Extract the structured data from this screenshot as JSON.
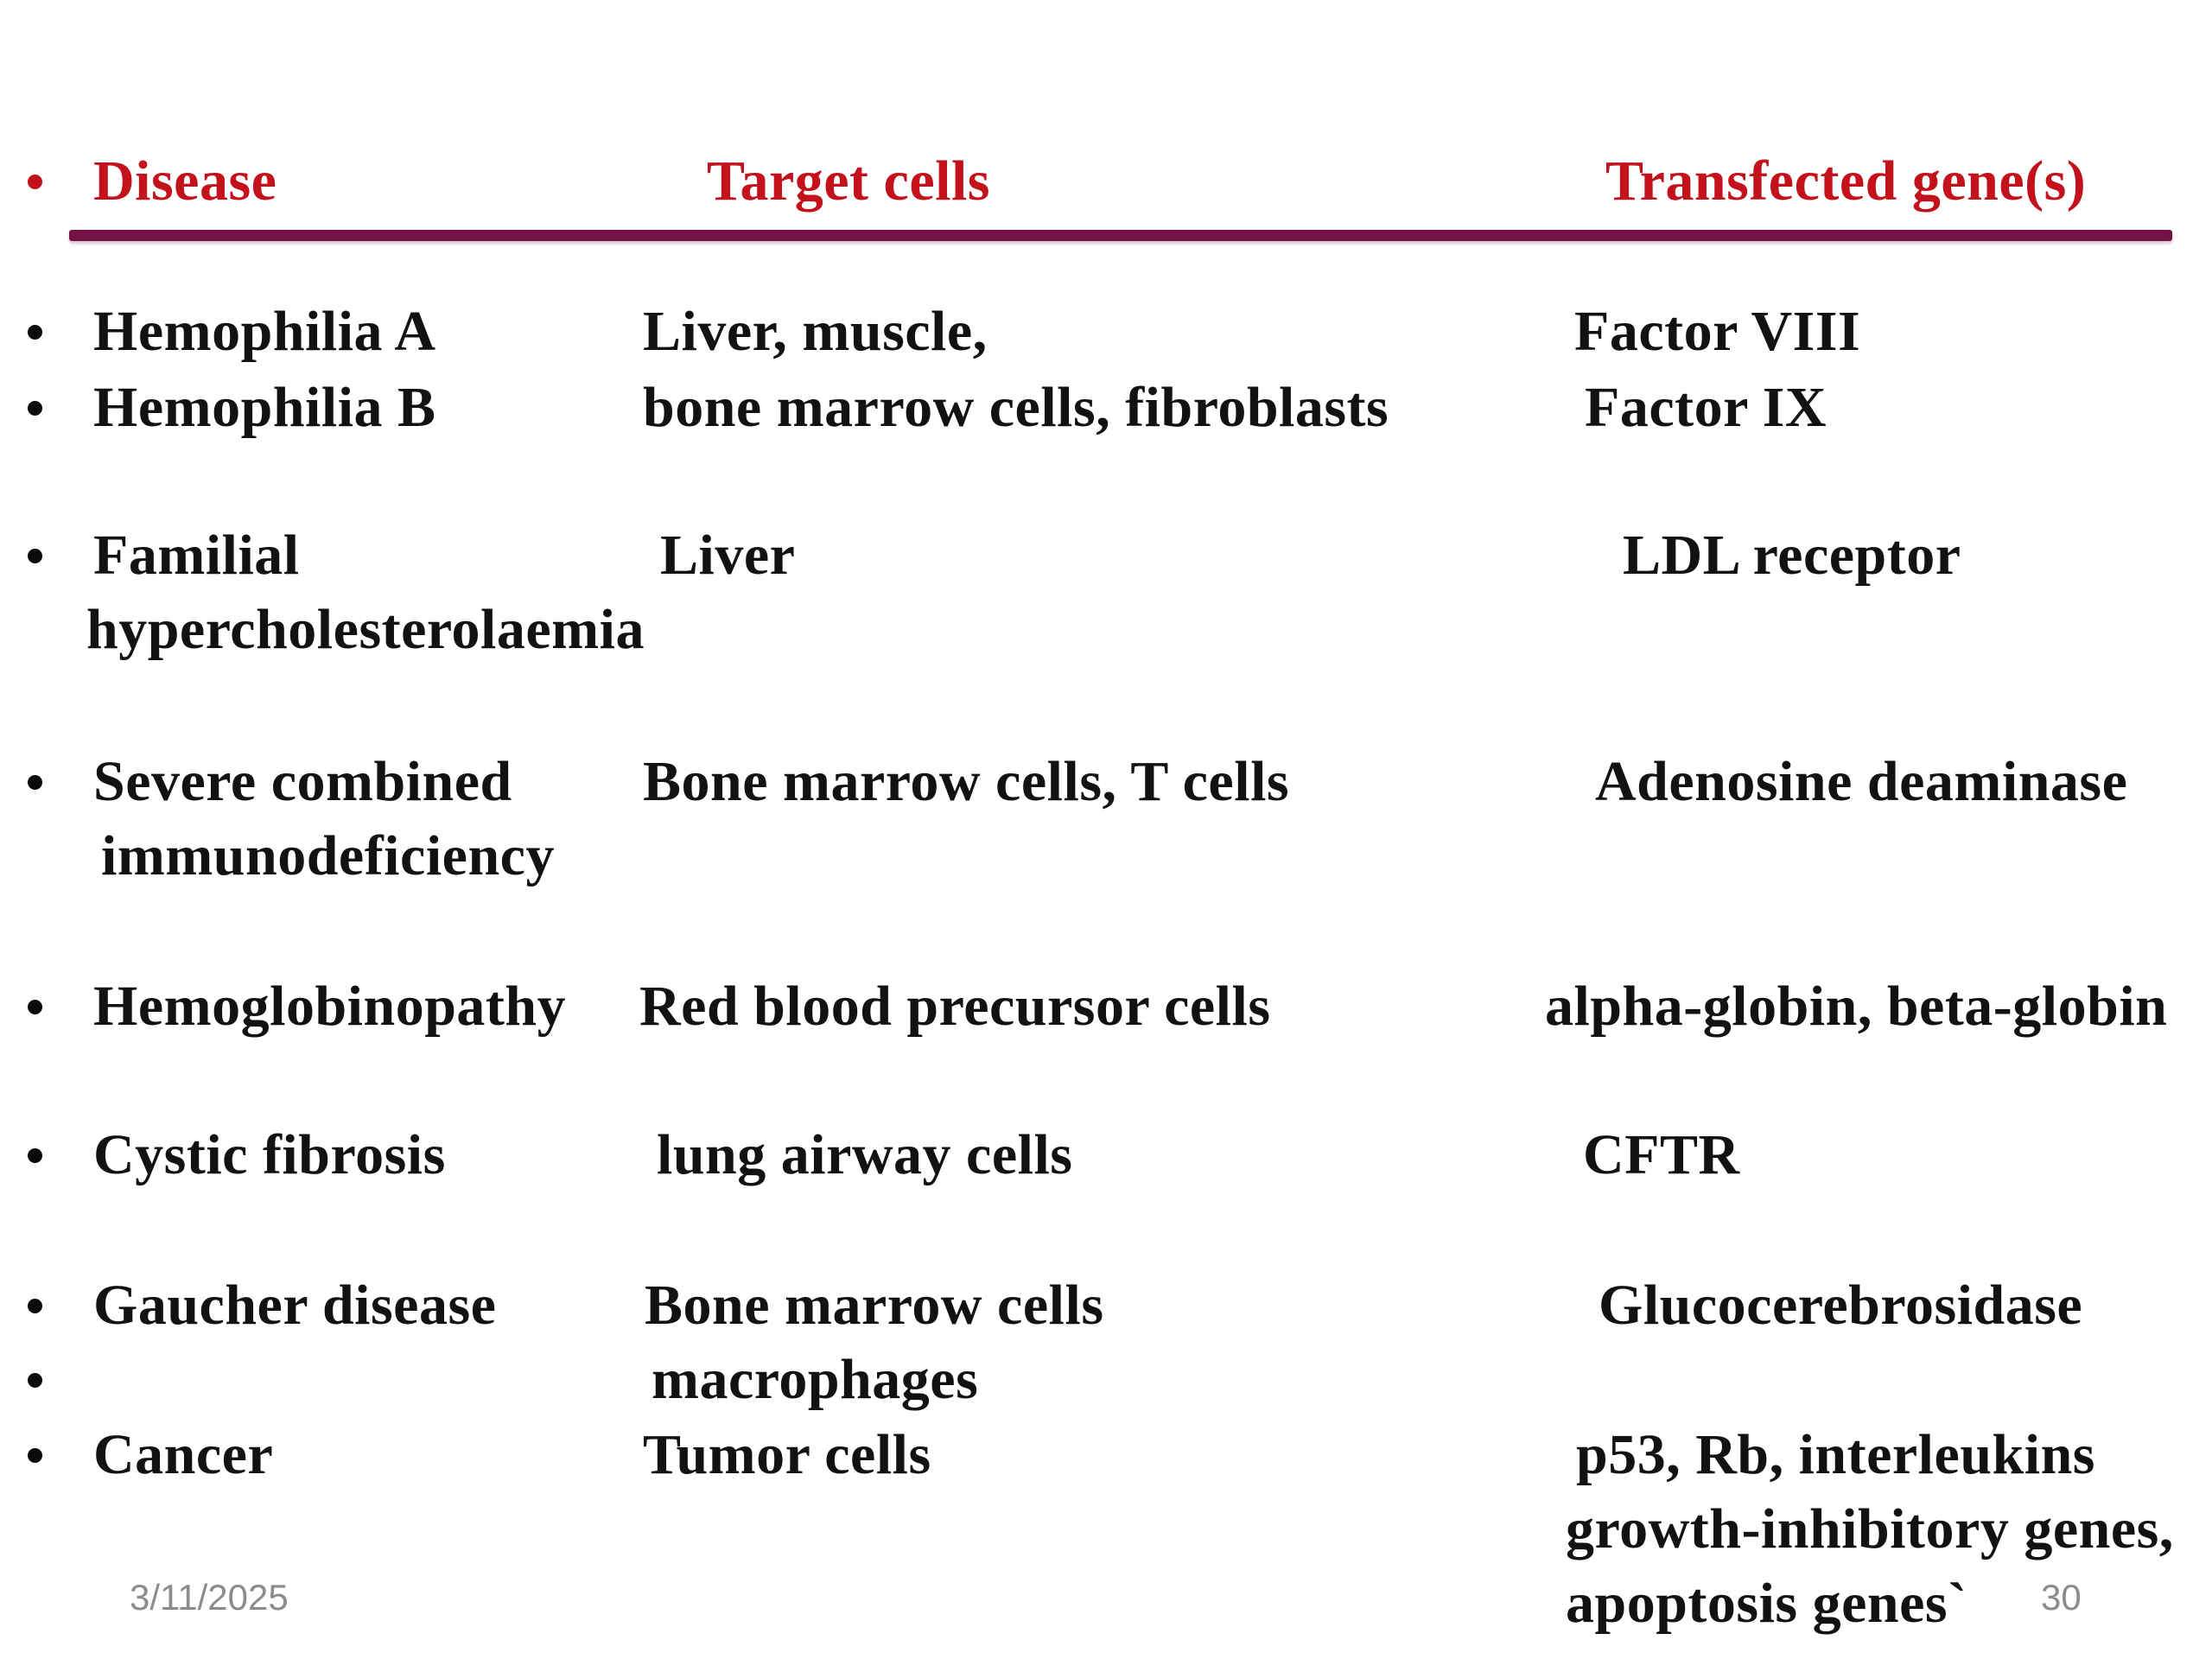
{
  "slide": {
    "colors": {
      "header_text": "#c3121c",
      "divider": "#731245",
      "body_text": "#121212",
      "footer_text": "#8c8c8c",
      "slide_bg": "#ffffff"
    },
    "table": {
      "header": {
        "disease": "Disease",
        "target_cells": "Target cells",
        "genes": "Transfected gene(s)"
      },
      "rows": [
        {
          "bullet": true,
          "disease": "Hemophilia A",
          "target": "Liver, muscle,",
          "genes": "Factor VIII"
        },
        {
          "bullet": true,
          "disease": "Hemophilia B",
          "target": "bone marrow cells, fibroblasts",
          "genes": "Factor IX"
        },
        {
          "bullet": true,
          "disease": "Familial",
          "target": "Liver",
          "genes": "LDL receptor"
        },
        {
          "bullet": false,
          "disease": "hypercholesterolaemia"
        },
        {
          "bullet": true,
          "disease": "Severe combined",
          "target": "Bone marrow cells, T cells",
          "genes": "Adenosine deaminase"
        },
        {
          "bullet": false,
          "disease": "immunodeficiency"
        },
        {
          "bullet": true,
          "disease": "Hemoglobinopathy",
          "target": "Red blood precursor cells",
          "genes": "alpha-globin, beta-globin"
        },
        {
          "bullet": true,
          "disease": "Cystic fibrosis",
          "target": "lung airway cells",
          "genes": "CFTR"
        },
        {
          "bullet": true,
          "disease": "Gaucher disease",
          "target": "Bone marrow cells",
          "genes": "Glucocerebrosidase"
        },
        {
          "bullet": true,
          "target": "macrophages"
        },
        {
          "bullet": true,
          "disease": "Cancer",
          "target": "Tumor cells",
          "genes": "p53, Rb, interleukins"
        },
        {
          "bullet": false,
          "genes": "growth-inhibitory genes,"
        },
        {
          "bullet": false,
          "genes": "apoptosis genes`"
        }
      ]
    },
    "footer": {
      "date": "3/11/2025",
      "page_number": "30"
    }
  }
}
